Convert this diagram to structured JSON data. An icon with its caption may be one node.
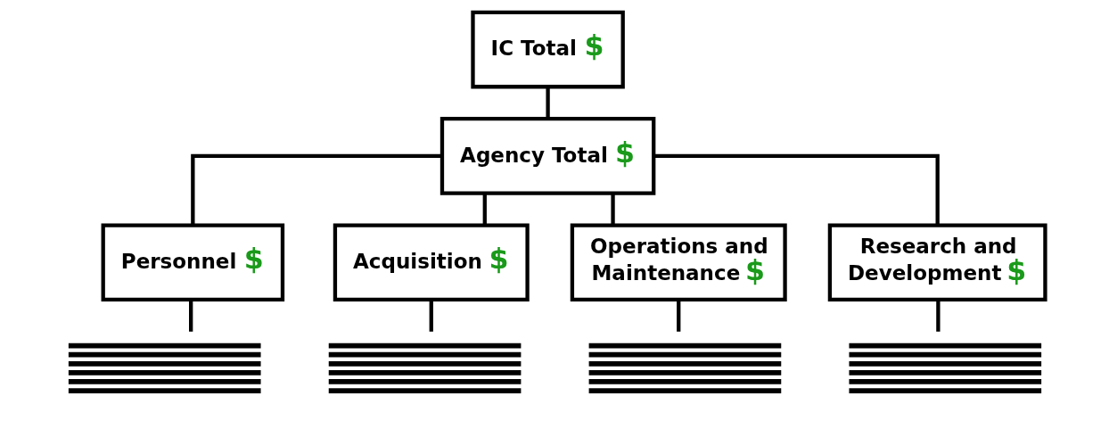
{
  "diagram": {
    "nodes": [
      {
        "text": [
          "IC Total $"
        ]
      },
      {
        "text": [
          "Agency Total $"
        ]
      },
      {
        "text": [
          "Personnel $"
        ]
      },
      {
        "text": [
          "Acquisition $"
        ]
      },
      {
        "text": [
          "Operations and Maintenance $"
        ]
      },
      {
        "text": [
          "Research and Development $"
        ]
      },
      {
        "text": [],
        "shape": "lines"
      },
      {
        "text": [],
        "shape": "lines"
      },
      {
        "text": [],
        "shape": "lines"
      },
      {
        "text": [],
        "shape": "lines"
      }
    ],
    "edges": [
      {
        "from": 0,
        "to": 1,
        "arrow": "none"
      },
      {
        "from": 1,
        "to": 2,
        "arrow": "none"
      },
      {
        "from": 1,
        "to": 3,
        "arrow": "none"
      },
      {
        "from": 1,
        "to": 4,
        "arrow": "none"
      },
      {
        "from": 1,
        "to": 5,
        "arrow": "none"
      },
      {
        "from": 2,
        "to": 6,
        "arrow": "none"
      },
      {
        "from": 3,
        "to": 7,
        "arrow": "none"
      },
      {
        "from": 4,
        "to": 8,
        "arrow": "none"
      },
      {
        "from": 5,
        "to": 9,
        "arrow": "none"
      }
    ]
  }
}
